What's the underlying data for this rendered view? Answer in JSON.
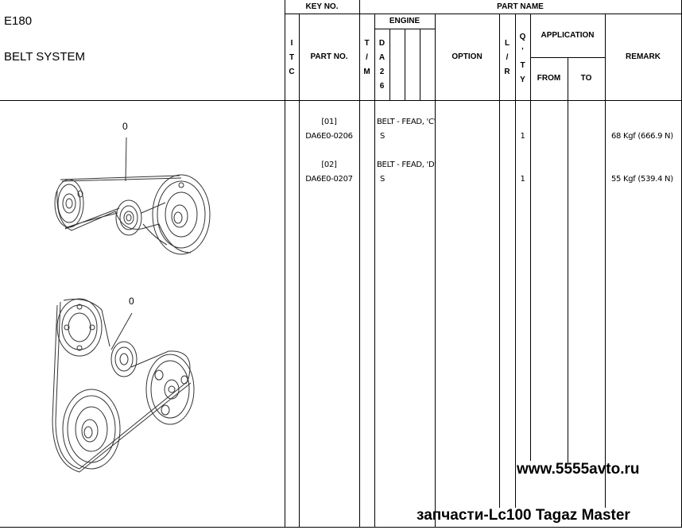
{
  "header": {
    "model": "E180",
    "title": "BELT SYSTEM",
    "key_no": "KEY NO.",
    "part_name": "PART NAME",
    "itc": [
      "I",
      "T",
      "C"
    ],
    "part_no": "PART NO.",
    "tim": [
      "T",
      "/",
      "M"
    ],
    "engine": "ENGINE",
    "engine_col": [
      "D",
      "A",
      "2",
      "6"
    ],
    "option": "OPTION",
    "lr": [
      "L",
      "/",
      "R"
    ],
    "qty": [
      "Q",
      "'",
      "T",
      "Y"
    ],
    "application": "APPLICATION",
    "from": "FROM",
    "to": "TO",
    "remark": "REMARK"
  },
  "parts": [
    {
      "key": "[01]",
      "part_no": "DA6E0-0206",
      "name": "BELT - FEAD, 'C'",
      "engine_mark": "S",
      "qty": "1",
      "remark": "68 Kgf (666.9 N)"
    },
    {
      "key": "[02]",
      "part_no": "DA6E0-0207",
      "name": "BELT - FEAD, 'D'",
      "engine_mark": "S",
      "qty": "1",
      "remark": "55 Kgf (539.4 N)"
    }
  ],
  "illustration": {
    "callout_1": "0",
    "callout_2": "0"
  },
  "watermark": {
    "site": "www.5555avto.ru",
    "tagline": "запчасти-Lc100 Tagaz Master"
  }
}
